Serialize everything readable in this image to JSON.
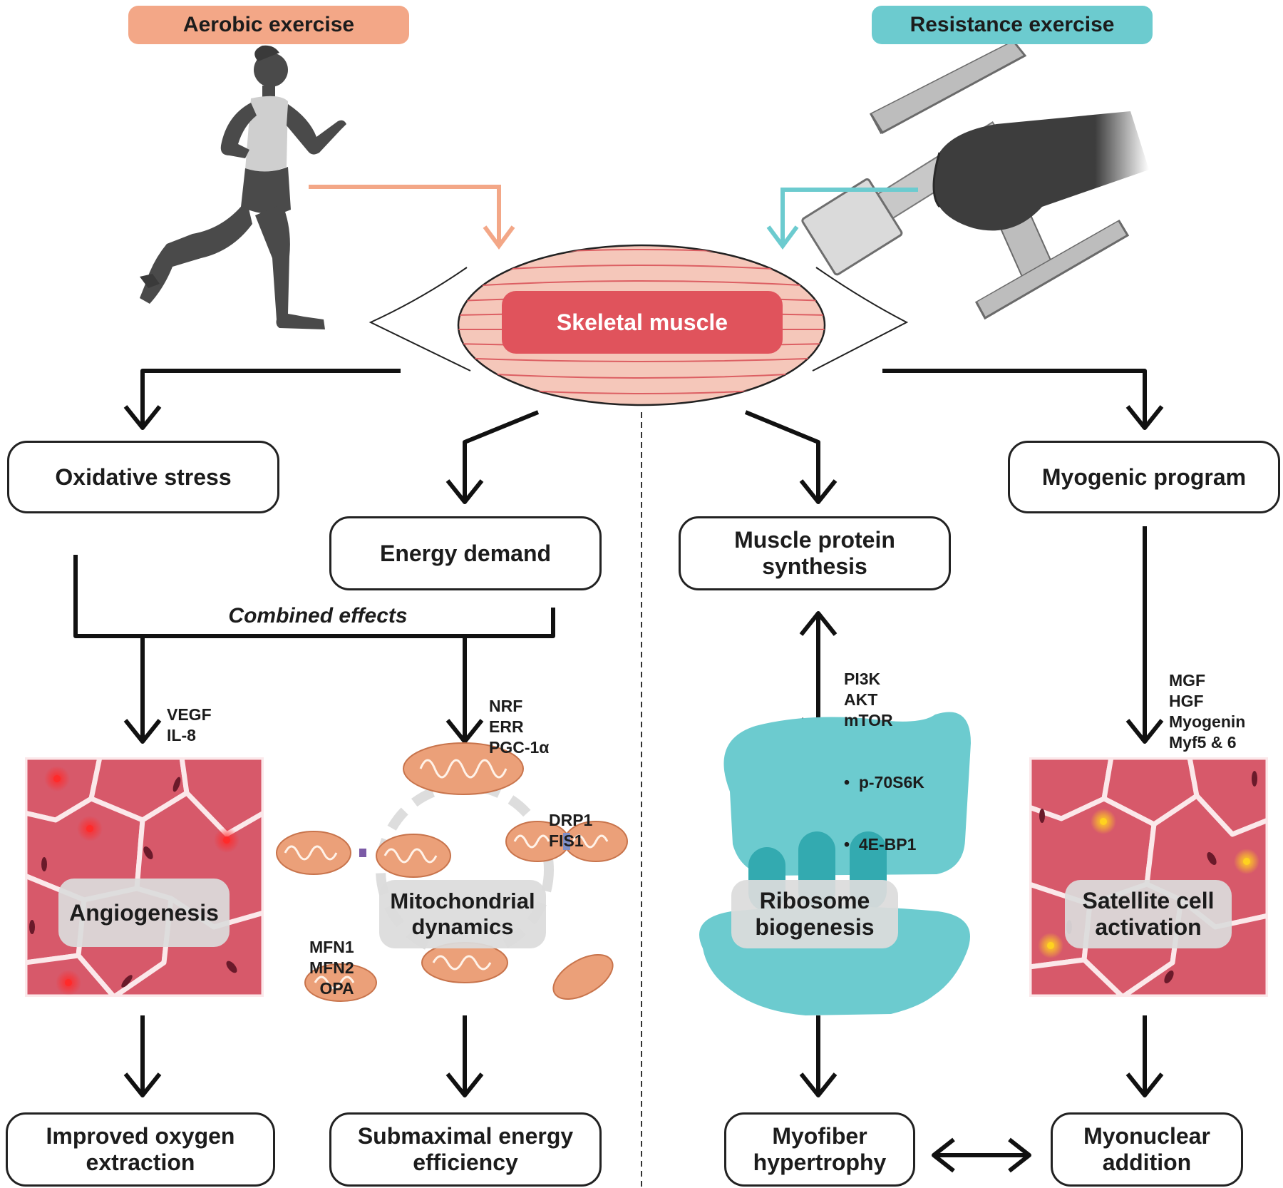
{
  "header": {
    "aerobic_label": "Aerobic exercise",
    "resistance_label": "Resistance exercise",
    "center_label": "Skeletal muscle"
  },
  "colors": {
    "aerobic": "#f3a787",
    "resistance": "#6ccbcf",
    "muscle_red": "#e0535c",
    "tissue": "#d7596a",
    "mito": "#eba079",
    "ribosome": "#6ccbcf"
  },
  "aerobic": {
    "oxidative_stress": "Oxidative stress",
    "energy_demand": "Energy demand",
    "combined_effects": "Combined effects",
    "angio_factors": [
      "VEGF",
      "IL-8"
    ],
    "mito_factors": [
      "NRF",
      "ERR",
      "PGC-1α"
    ],
    "fission_factors": [
      "DRP1",
      "FIS1"
    ],
    "fusion_factors": [
      "MFN1",
      "MFN2",
      "OPA"
    ],
    "angiogenesis": "Angiogenesis",
    "mito_dynamics": "Mitochondrial dynamics",
    "outcome_oxygen": "Improved oxygen extraction",
    "outcome_energy": "Submaximal energy efficiency"
  },
  "resistance": {
    "protein_synthesis": "Muscle protein synthesis",
    "myogenic_program": "Myogenic program",
    "mps_factors": [
      "PI3K",
      "AKT",
      "mTOR"
    ],
    "mps_subfactors": [
      "p-70S6K",
      "4E-BP1"
    ],
    "myo_factors": [
      "MGF",
      "HGF",
      "Myogenin",
      "Myf5 & 6"
    ],
    "ribosome_biogenesis": "Ribosome biogenesis",
    "satellite_activation": "Satellite cell activation",
    "outcome_hypertrophy": "Myofiber hypertrophy",
    "outcome_myonuclear": "Myonuclear addition"
  }
}
